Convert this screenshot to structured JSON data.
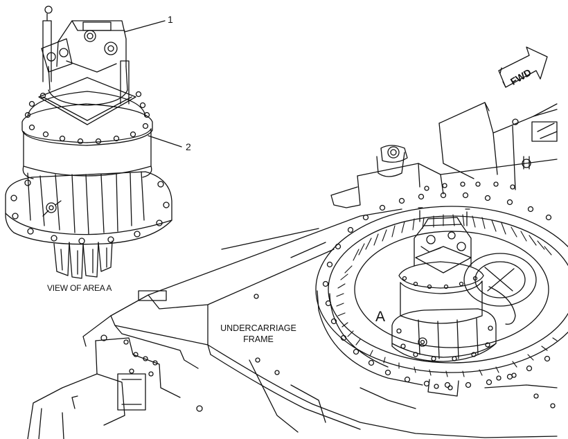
{
  "callouts": [
    {
      "number": "1"
    },
    {
      "number": "2"
    }
  ],
  "view_caption": "VIEW OF AREA A",
  "area_marker": "A",
  "frame_label": {
    "line1": "UNDERCARRIAGE",
    "line2": "FRAME"
  },
  "direction_arrow": {
    "text": "FWD"
  },
  "colors": {
    "ink": "#111111",
    "paper": "#ffffff"
  },
  "icons": [
    "swing-motor-icon",
    "swing-drive-gearbox-icon",
    "fwd-arrow-icon"
  ]
}
